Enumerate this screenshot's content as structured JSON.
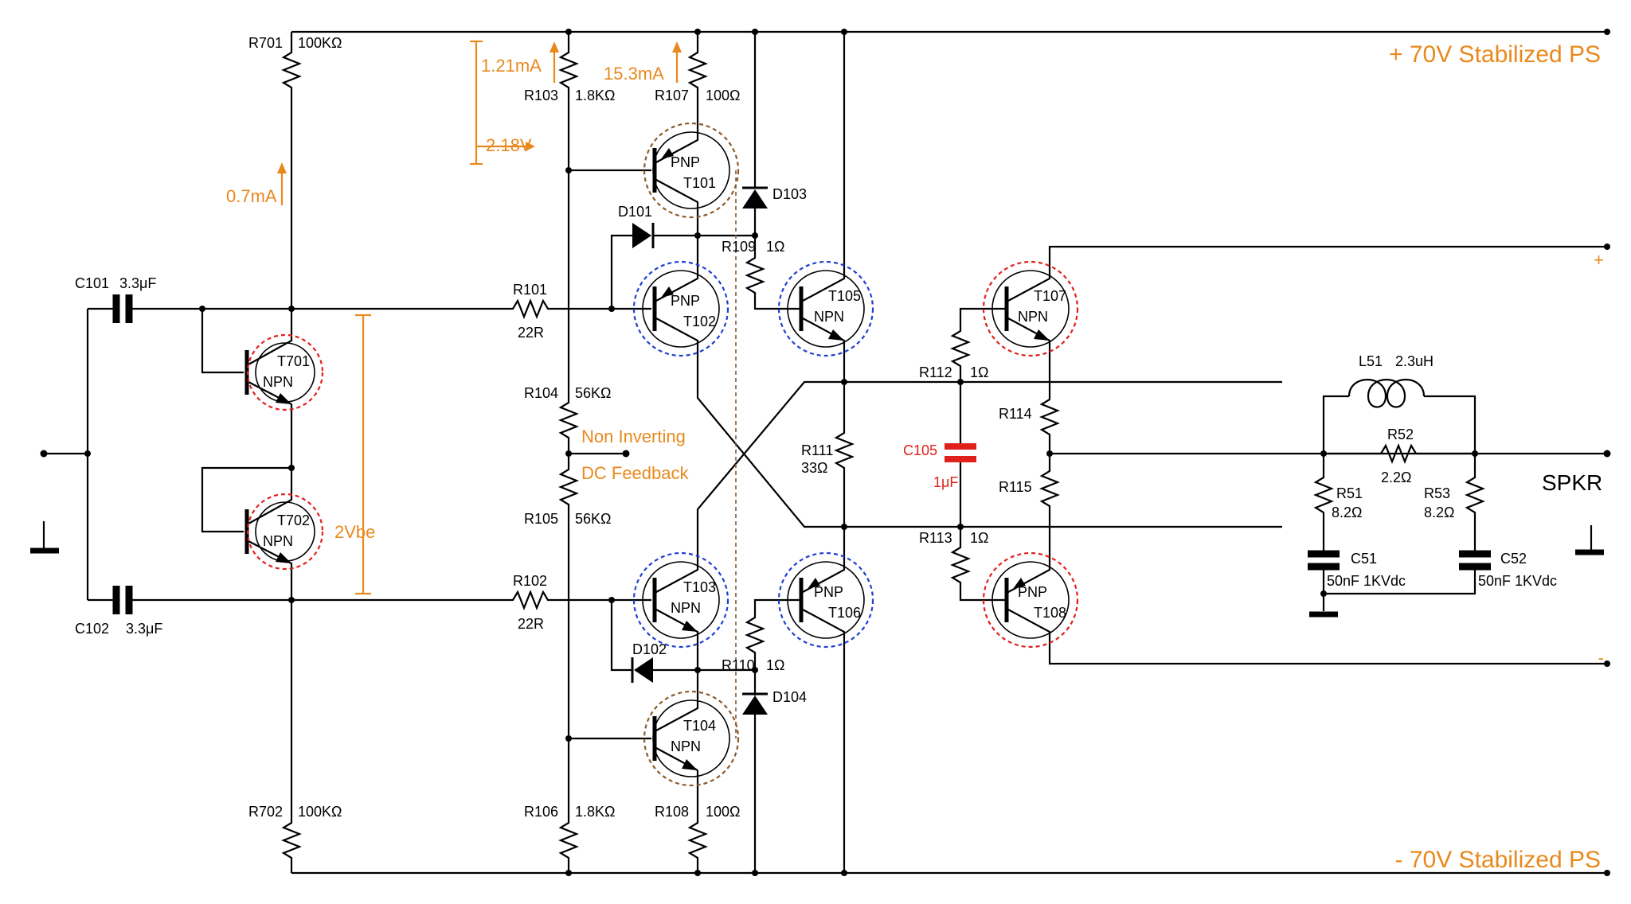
{
  "supplies": {
    "positive": "+ 70V Stabilized PS",
    "negative": "- 70V Stabilized PS"
  },
  "output": {
    "plus_marker": "+",
    "minus_marker": "-",
    "speaker_label": "SPKR"
  },
  "annotations": {
    "i_r103": "1.21mA",
    "i_r107": "15.3mA",
    "v_bias": "2.18V",
    "i_r701": "0.7mA",
    "vbe": "2Vbe",
    "feedback_line1": "Non Inverting",
    "feedback_line2": "DC Feedback"
  },
  "resistors": {
    "R701": {
      "ref": "R701",
      "value": "100KΩ"
    },
    "R702": {
      "ref": "R702",
      "value": "100KΩ"
    },
    "R103": {
      "ref": "R103",
      "value": "1.8KΩ"
    },
    "R107": {
      "ref": "R107",
      "value": "100Ω"
    },
    "R109": {
      "ref": "R109",
      "value": "1Ω"
    },
    "R101": {
      "ref": "R101",
      "value": "22R"
    },
    "R102": {
      "ref": "R102",
      "value": "22R"
    },
    "R104": {
      "ref": "R104",
      "value": "56KΩ"
    },
    "R105": {
      "ref": "R105",
      "value": "56KΩ"
    },
    "R110": {
      "ref": "R110",
      "value": "1Ω"
    },
    "R106": {
      "ref": "R106",
      "value": "1.8KΩ"
    },
    "R108": {
      "ref": "R108",
      "value": "100Ω"
    },
    "R111": {
      "ref": "R111",
      "value": "33Ω"
    },
    "R112": {
      "ref": "R112",
      "value": "1Ω"
    },
    "R113": {
      "ref": "R113",
      "value": "1Ω"
    },
    "R114": {
      "ref": "R114",
      "value": ""
    },
    "R115": {
      "ref": "R115",
      "value": ""
    },
    "R52": {
      "ref": "R52",
      "value": "2.2Ω"
    },
    "R51": {
      "ref": "R51",
      "value": "8.2Ω"
    },
    "R53": {
      "ref": "R53",
      "value": "8.2Ω"
    }
  },
  "capacitors": {
    "C101": {
      "ref": "C101",
      "value": "3.3μF"
    },
    "C102": {
      "ref": "C102",
      "value": "3.3μF"
    },
    "C105": {
      "ref": "C105",
      "value": "1μF"
    },
    "C51": {
      "ref": "C51",
      "value": "50nF 1KVdc"
    },
    "C52": {
      "ref": "C52",
      "value": "50nF 1KVdc"
    }
  },
  "inductors": {
    "L51": {
      "ref": "L51",
      "value": "2.3uH"
    }
  },
  "diodes": {
    "D101": "D101",
    "D102": "D102",
    "D103": "D103",
    "D104": "D104"
  },
  "transistors": {
    "T701": {
      "ref": "T701",
      "type": "NPN"
    },
    "T702": {
      "ref": "T702",
      "type": "NPN"
    },
    "T101": {
      "ref": "T101",
      "type": "PNP"
    },
    "T102": {
      "ref": "T102",
      "type": "PNP"
    },
    "T103": {
      "ref": "T103",
      "type": "NPN"
    },
    "T104": {
      "ref": "T104",
      "type": "NPN"
    },
    "T105": {
      "ref": "T105",
      "type": "NPN"
    },
    "T106": {
      "ref": "T106",
      "type": "PNP"
    },
    "T107": {
      "ref": "T107",
      "type": "NPN"
    },
    "T108": {
      "ref": "T108",
      "type": "PNP"
    }
  },
  "colors": {
    "annotation": "#E8891D",
    "red_ring": "#E0201B",
    "blue_ring": "#1F3FD0",
    "brown_ring": "#8B5A2B",
    "c105": "#E0201B"
  }
}
